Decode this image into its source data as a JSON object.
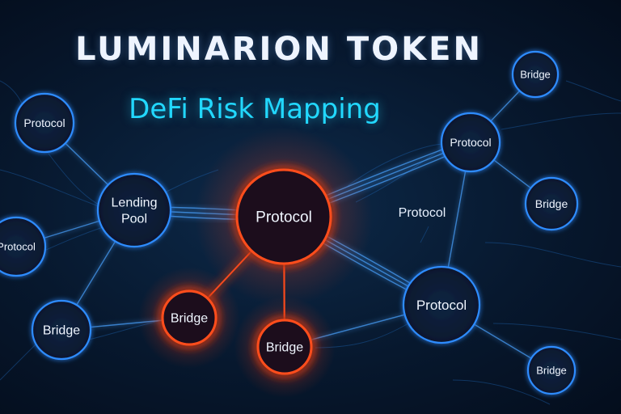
{
  "header": {
    "title": "LUMINARION TOKEN",
    "subtitle": "DeFi Risk Mapping"
  },
  "colors": {
    "background": "#07182e",
    "node_blue": "#2f8cff",
    "node_orange": "#ff4d1f",
    "subtitle": "#22d8ff"
  },
  "diagram": {
    "nodes": [
      {
        "id": "protocol-top-left",
        "label": "Protocol",
        "style": "blue"
      },
      {
        "id": "lending-pool",
        "label": "Lending Pool",
        "style": "blue"
      },
      {
        "id": "protocol-left",
        "label": "Protocol",
        "style": "blue"
      },
      {
        "id": "bridge-left",
        "label": "Bridge",
        "style": "blue"
      },
      {
        "id": "protocol-center",
        "label": "Protocol",
        "style": "orange"
      },
      {
        "id": "bridge-center-left",
        "label": "Bridge",
        "style": "orange"
      },
      {
        "id": "bridge-center-bottom",
        "label": "Bridge",
        "style": "orange"
      },
      {
        "id": "bridge-top-right",
        "label": "Bridge",
        "style": "blue"
      },
      {
        "id": "protocol-upper-right",
        "label": "Protocol",
        "style": "blue"
      },
      {
        "id": "bridge-right",
        "label": "Bridge",
        "style": "blue"
      },
      {
        "id": "protocol-lower-right",
        "label": "Protocol",
        "style": "blue"
      },
      {
        "id": "bridge-bottom-right",
        "label": "Bridge",
        "style": "blue"
      }
    ],
    "floating_label": "Protocol",
    "edges": [
      [
        "protocol-top-left",
        "lending-pool"
      ],
      [
        "protocol-left",
        "lending-pool"
      ],
      [
        "bridge-left",
        "lending-pool"
      ],
      [
        "lending-pool",
        "protocol-center"
      ],
      [
        "protocol-center",
        "bridge-center-left"
      ],
      [
        "protocol-center",
        "bridge-center-bottom"
      ],
      [
        "protocol-center",
        "protocol-upper-right"
      ],
      [
        "protocol-center",
        "protocol-lower-right"
      ],
      [
        "bridge-center-left",
        "bridge-left"
      ],
      [
        "bridge-center-bottom",
        "protocol-lower-right"
      ],
      [
        "protocol-upper-right",
        "bridge-top-right"
      ],
      [
        "protocol-upper-right",
        "bridge-right"
      ],
      [
        "protocol-upper-right",
        "protocol-lower-right"
      ],
      [
        "protocol-lower-right",
        "bridge-bottom-right"
      ]
    ]
  }
}
